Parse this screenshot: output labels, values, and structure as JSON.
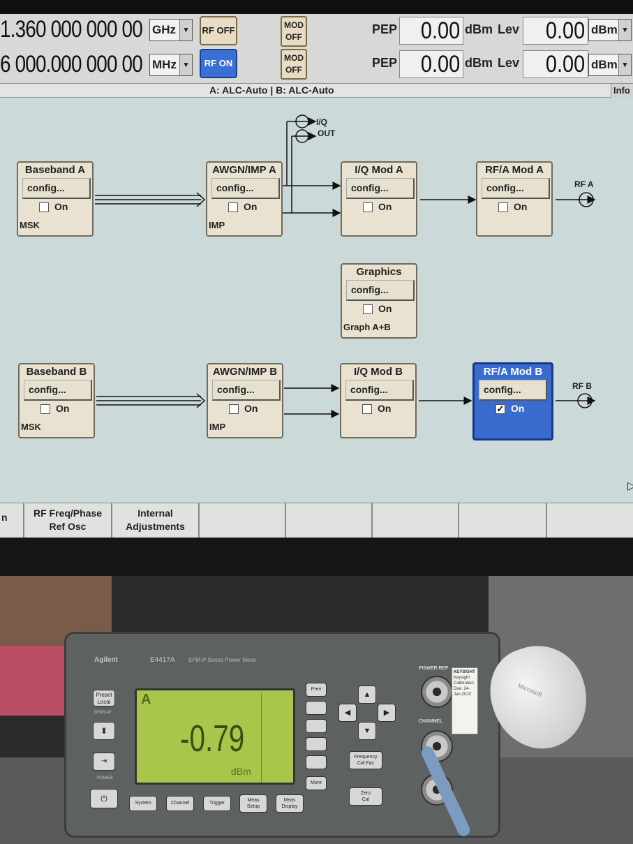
{
  "header": {
    "row1": {
      "frequency": "1.360 000 000 00",
      "freq_unit": "GHz",
      "rf_button": "RF OFF",
      "mod_button": [
        "MOD",
        "OFF"
      ],
      "pep_label": "PEP",
      "pep_value": "0.00",
      "pep_unit": "dBm",
      "lev_label": "Lev",
      "lev_value": "0.00",
      "lev_unit": "dBm"
    },
    "row2": {
      "frequency": "6 000.000 000 00",
      "freq_unit": "MHz",
      "rf_button": "RF ON",
      "mod_button": [
        "MOD",
        "OFF"
      ],
      "pep_label": "PEP",
      "pep_value": "0.00",
      "pep_unit": "dBm",
      "lev_label": "Lev",
      "lev_value": "0.00",
      "lev_unit": "dBm"
    },
    "status_text": "A: ALC-Auto | B: ALC-Auto",
    "info_button": "Info"
  },
  "diagram": {
    "iq_out_label_1": "I/Q",
    "iq_out_label_2": "OUT",
    "rf_a_label": "RF A",
    "rf_b_label": "RF B",
    "blocks": {
      "baseband_a": {
        "title": "Baseband A",
        "config": "config...",
        "on_label": "On",
        "checked": false,
        "sub": "MSK"
      },
      "awgn_a": {
        "title": "AWGN/IMP A",
        "config": "config...",
        "on_label": "On",
        "checked": false,
        "sub": "IMP"
      },
      "iqmod_a": {
        "title": "I/Q Mod A",
        "config": "config...",
        "on_label": "On",
        "checked": false,
        "sub": ""
      },
      "rfmod_a": {
        "title": "RF/A Mod A",
        "config": "config...",
        "on_label": "On",
        "checked": false,
        "sub": ""
      },
      "graphics": {
        "title": "Graphics",
        "config": "config...",
        "on_label": "On",
        "checked": false,
        "sub": "Graph A+B"
      },
      "baseband_b": {
        "title": "Baseband B",
        "config": "config...",
        "on_label": "On",
        "checked": false,
        "sub": "MSK"
      },
      "awgn_b": {
        "title": "AWGN/IMP B",
        "config": "config...",
        "on_label": "On",
        "checked": false,
        "sub": "IMP"
      },
      "iqmod_b": {
        "title": "I/Q Mod B",
        "config": "config...",
        "on_label": "On",
        "checked": false,
        "sub": ""
      },
      "rfmod_b": {
        "title": "RF/A Mod B",
        "config": "config...",
        "on_label": "On",
        "checked": true,
        "sub": ""
      }
    }
  },
  "softkeys": {
    "key1": "n",
    "key2": [
      "RF Freq/Phase",
      "Ref Osc"
    ],
    "key3": [
      "Internal",
      "Adjustments"
    ]
  },
  "power_meter": {
    "brand": "Agilent",
    "model": "E4417A",
    "description": "EPM-P Series Power Meter",
    "channel": "A",
    "reading": "-0.79",
    "unit": "dBm",
    "buttons": {
      "preset": [
        "Preset",
        "Local"
      ],
      "frequency": [
        "Frequency",
        "Cal Fac"
      ],
      "zero": [
        "Zero",
        "Cal"
      ],
      "system": "System",
      "channel": "Channel",
      "trigger": "Trigger",
      "meas_setup": [
        "Meas",
        "Setup"
      ],
      "meas_display": [
        "Meas",
        "Display"
      ],
      "prev": "Prev",
      "more": "More"
    },
    "labels": {
      "display": "DISPLAY",
      "power": "POWER",
      "power_ref": "POWER REF",
      "channel_section": "CHANNEL"
    },
    "cal_label": [
      "KEYSIGHT",
      "Keysight Calibration",
      "Due: 24-Jan-2023"
    ]
  },
  "mouse_brand": "Microsoft"
}
